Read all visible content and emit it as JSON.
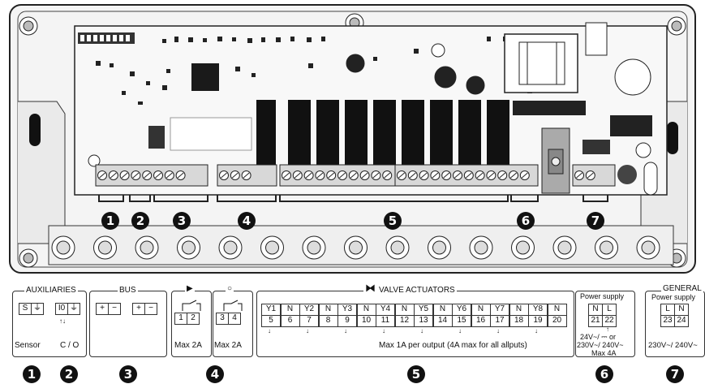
{
  "board": {
    "top_badges": [
      "1",
      "2",
      "3",
      "4",
      "5",
      "6",
      "7"
    ]
  },
  "panels": {
    "aux": {
      "title": "AUXILIARIES",
      "t1": "S",
      "t2": "⏚",
      "t3": "I0",
      "t4": "⏚",
      "sensor": "Sensor",
      "co": "C / O"
    },
    "bus": {
      "title": "BUS",
      "p1": "+",
      "m1": "−",
      "p2": "+",
      "m2": "−"
    },
    "relay1": {
      "t1": "1",
      "t2": "2",
      "max": "Max 2A"
    },
    "relay2": {
      "t1": "3",
      "t2": "4",
      "max": "Max 2A"
    },
    "valves": {
      "title": "VALVE ACTUATORS",
      "top": [
        "Y1",
        "N",
        "Y2",
        "N",
        "Y3",
        "N",
        "Y4",
        "N",
        "Y5",
        "N",
        "Y6",
        "N",
        "Y7",
        "N",
        "Y8",
        "N"
      ],
      "nums": [
        "5",
        "6",
        "7",
        "8",
        "9",
        "10",
        "11",
        "12",
        "13",
        "14",
        "15",
        "16",
        "17",
        "18",
        "19",
        "20"
      ],
      "note": "Max 1A per output (4A max for all allputs)"
    },
    "power": {
      "title": "Power supply",
      "t1": "N",
      "t2": "L",
      "n1": "21",
      "n2": "22",
      "line1": "24V~/ ⎓ or",
      "line2": "230V~/ 240V~",
      "line3": "Max 4A"
    },
    "general": {
      "title": "GENERAL",
      "sub": "Power supply",
      "t1": "L",
      "t2": "N",
      "n1": "23",
      "n2": "24",
      "volt": "230V~/ 240V~"
    }
  },
  "bottom_badges": [
    "1",
    "2",
    "3",
    "4",
    "5",
    "6",
    "7"
  ]
}
